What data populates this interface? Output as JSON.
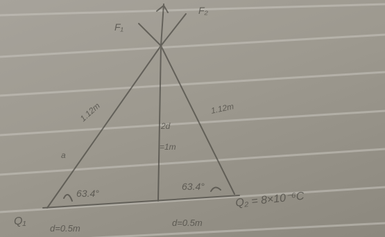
{
  "photo": {
    "subject": "pencil sketch of a triangle with force vectors on ruled notebook paper",
    "paper_color": "#a29e95",
    "rule_line_color": "#c9c6bf",
    "pencil_color": "#4a4842"
  },
  "labels": {
    "top_left": "F₁",
    "top_right": "F₂",
    "left_side": "1.12m",
    "right_side": "1.12m",
    "left_side_letter": "a",
    "height_symbol": "2d",
    "height_value": "=1m",
    "left_angle": "63.4°",
    "right_angle": "63.4°",
    "left_charge": "Q₁",
    "right_charge": "Q₂ = 8×10⁻⁶C",
    "left_base": "d=0.5m",
    "right_base": "d=0.5m"
  }
}
